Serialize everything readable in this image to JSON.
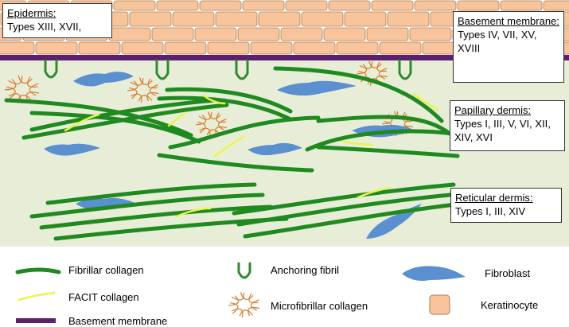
{
  "colors": {
    "dermis_bg": "#e8edd8",
    "keratinocyte": "#f7c49b",
    "keratinocyte_stroke": "#b07a4e",
    "basement_membrane": "#5b1f6e",
    "fibrillar_collagen": "#1f8a1f",
    "facit_collagen": "#e9f54a",
    "microfibrillar_collagen": "#d97b2a",
    "anchoring_fibril": "#2e8b2e",
    "fibroblast": "#5a8fd0"
  },
  "labels": {
    "epidermis": {
      "title": "Epidermis:",
      "types": "Types XIII, XVII,"
    },
    "basement_membrane": {
      "title": "Basement membrane:",
      "types": "Types IV, VII, XV, XVIII"
    },
    "papillary_dermis": {
      "title": "Papillary dermis:",
      "types": "Types I, III, V, VI, XII, XIV, XVI"
    },
    "reticular_dermis": {
      "title": "Reticular dermis:",
      "types": "Types I, III, XIV"
    }
  },
  "legend": {
    "fibrillar_collagen": "Fibrillar collagen",
    "facit_collagen": "FACIT collagen",
    "basement_membrane": "Basement membrane",
    "anchoring_fibril": "Anchoring fibril",
    "microfibrillar_collagen": "Microfibrillar collagen",
    "fibroblast": "Fibroblast",
    "keratinocyte": "Keratinocyte"
  }
}
